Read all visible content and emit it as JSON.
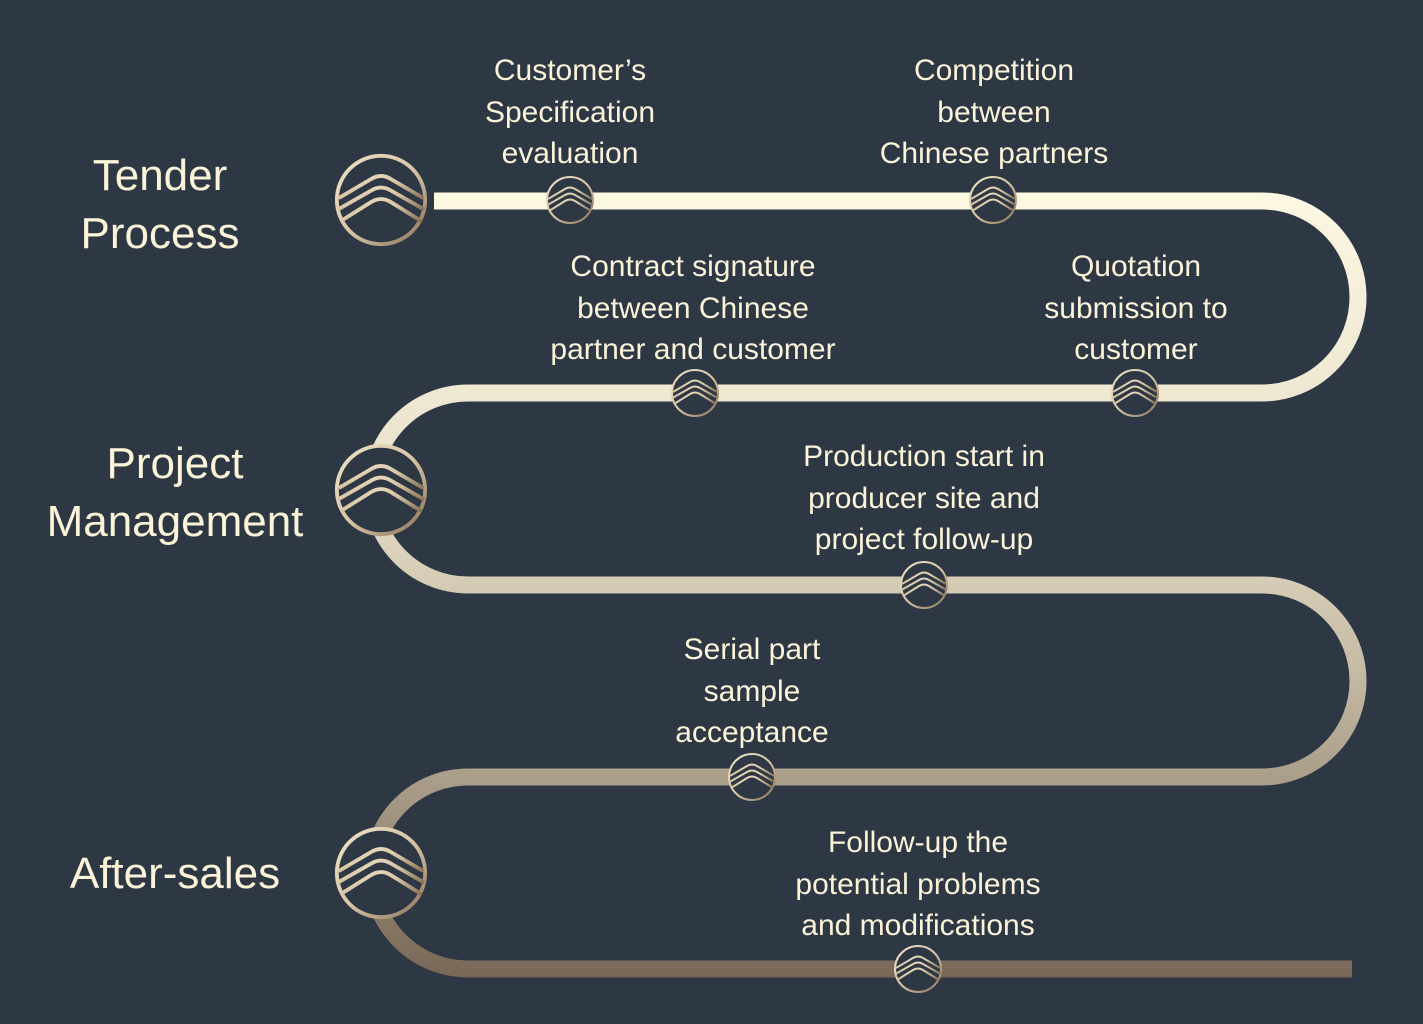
{
  "diagram": {
    "title": "",
    "colors": {
      "background": "#2d3844",
      "text": "#fbf4d8",
      "path_start": "#fdf8e2",
      "path_mid": "#e9e2cc",
      "path_late": "#c7bca6",
      "path_end": "#786756",
      "icon_light": "#efe2c6",
      "icon_dark": "#8a7258"
    },
    "phases": [
      {
        "id": "tender",
        "lines": [
          "Tender",
          "Process"
        ],
        "icon": "mountain-waves-icon"
      },
      {
        "id": "project",
        "lines": [
          "Project",
          "Management"
        ],
        "icon": "mountain-waves-icon"
      },
      {
        "id": "aftersales",
        "lines": [
          "After-sales"
        ],
        "icon": "mountain-waves-icon"
      }
    ],
    "steps": [
      {
        "order": 1,
        "phase": "tender",
        "lines": [
          "Customer’s",
          "Specification",
          "evaluation"
        ],
        "icon": "mountain-waves-icon"
      },
      {
        "order": 2,
        "phase": "tender",
        "lines": [
          "Competition",
          "between",
          "Chinese partners"
        ],
        "icon": "mountain-waves-icon"
      },
      {
        "order": 3,
        "phase": "tender",
        "lines": [
          "Quotation",
          "submission to",
          "customer"
        ],
        "icon": "mountain-waves-icon"
      },
      {
        "order": 4,
        "phase": "tender",
        "lines": [
          "Contract signature",
          "between Chinese",
          "partner and customer"
        ],
        "icon": "mountain-waves-icon"
      },
      {
        "order": 5,
        "phase": "project",
        "lines": [
          "Production start in",
          "producer site and",
          "project follow-up"
        ],
        "icon": "mountain-waves-icon"
      },
      {
        "order": 6,
        "phase": "project",
        "lines": [
          "Serial part",
          "sample",
          "acceptance"
        ],
        "icon": "mountain-waves-icon"
      },
      {
        "order": 7,
        "phase": "aftersales",
        "lines": [
          "Follow-up the",
          "potential problems",
          "and modifications"
        ],
        "icon": "mountain-waves-icon"
      }
    ]
  }
}
